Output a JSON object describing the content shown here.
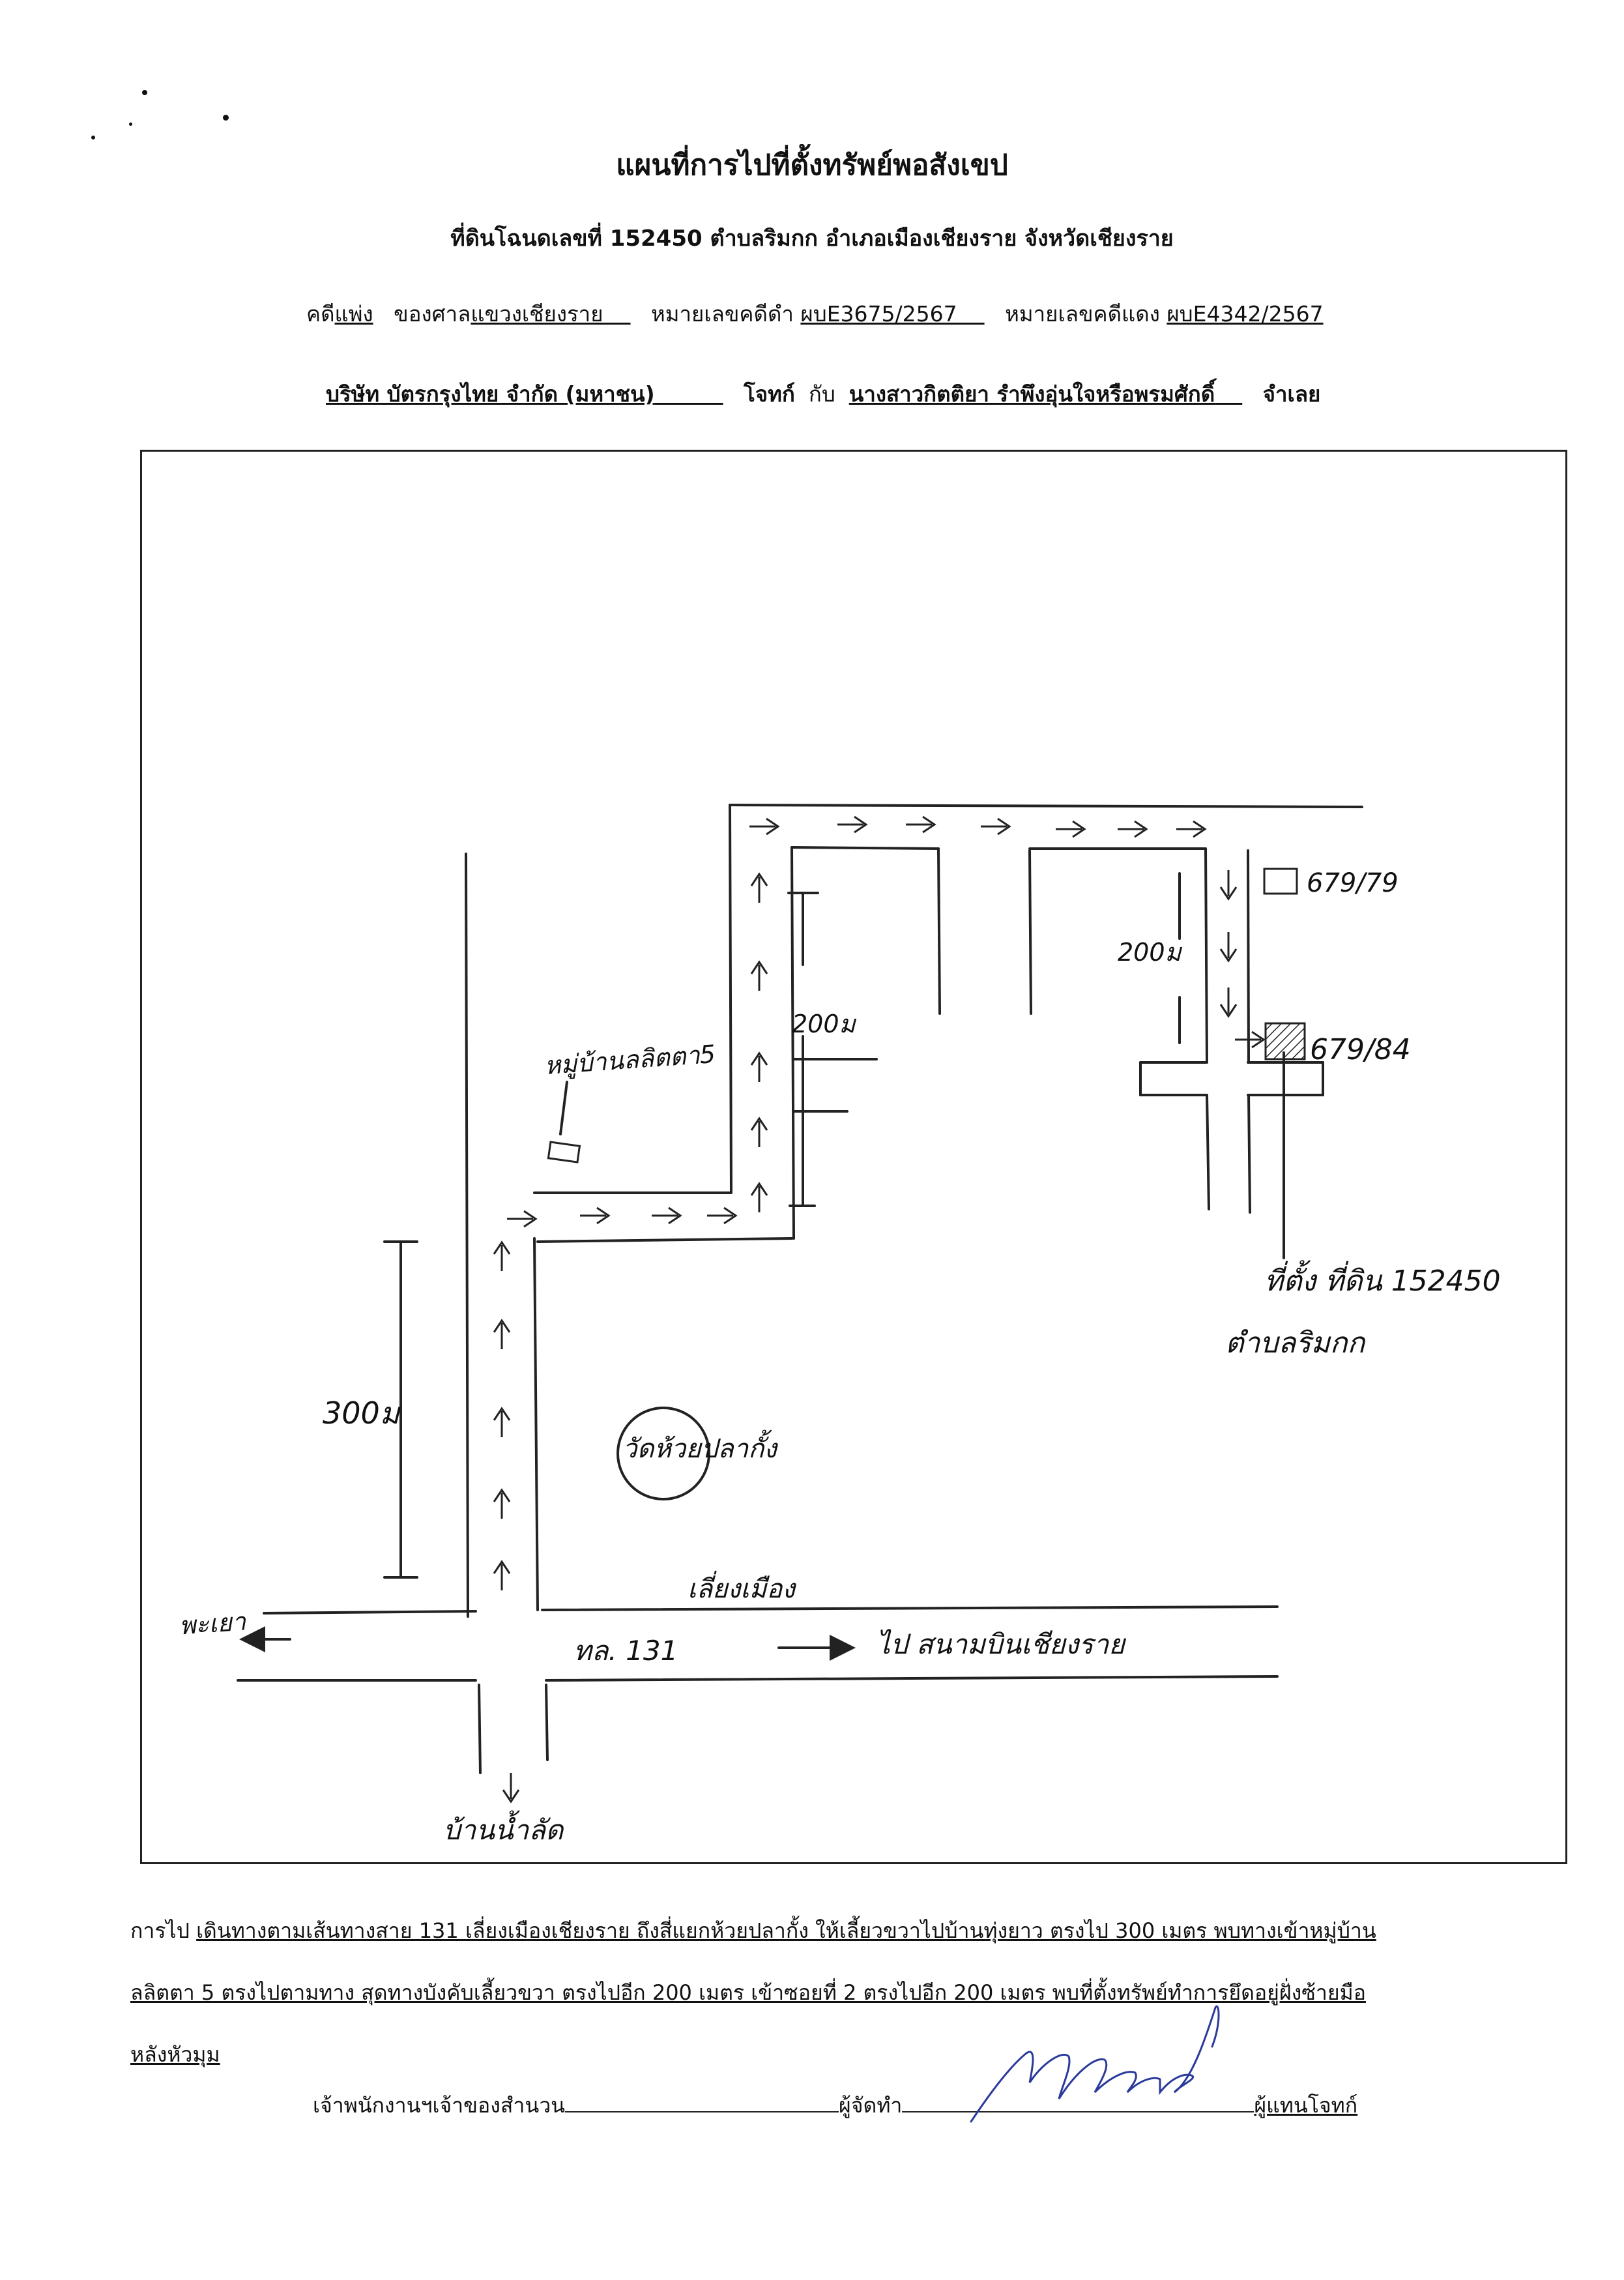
{
  "header": {
    "title": "แผนที่การไปที่ตั้งทรัพย์พอสังเขป",
    "subtitle": "ที่ดินโฉนดเลขที่ 152450  ตำบลริมกก  อำเภอเมืองเชียงราย  จังหวัดเชียงราย",
    "case_type_label": "คดี",
    "case_type": "แพ่ง",
    "court_label": "ของศาล",
    "court": "แขวงเชียงราย",
    "black_no_label": "หมายเลขคดีดำ",
    "black_no": "ผบE3675/2567",
    "red_no_label": "หมายเลขคดีแดง",
    "red_no": "ผบE4342/2567",
    "plaintiff": "บริษัท บัตรกรุงไทย จำกัด (มหาชน)",
    "plaintiff_label": "โจทก์",
    "versus": "กับ",
    "defendant": "นางสาวกิตติยา รำพึงอุ่นใจหรือพรมศักดิ์",
    "defendant_label": "จำเลย"
  },
  "map": {
    "label_village": "หมู่บ้านลลิตตา5",
    "label_dist_200_left": "200ม",
    "label_dist_200_right": "200ม",
    "label_dist_300": "300ม",
    "label_temple": "วัดห้วยปลากั้ง",
    "label_house_1": "679/79",
    "label_house_2": "679/84",
    "label_location_1": "ที่ตั้ง ที่ดิน 152450",
    "label_location_2": "ตำบลริมกก",
    "label_to_phayao": "พะเยา",
    "label_highway": "ทล. 131",
    "label_bypass": "เลี่ยงเมือง",
    "label_to_airport": "ไป สนามบินเชียงราย",
    "label_ban_nam_lat": "บ้านน้ำลัด"
  },
  "directions": {
    "label": "การไป",
    "line1": "เดินทางตามเส้นทางสาย 131 เลี่ยงเมืองเชียงราย ถึงสี่แยกห้วยปลากั้ง ให้เลี้ยวขวาไปบ้านทุ่งยาว ตรงไป 300 เมตร พบทางเข้าหมู่บ้าน",
    "line2": "ลลิตตา 5  ตรงไปตามทาง สุดทางบังคับเลี้ยวขวา ตรงไปอีก 200 เมตร เข้าซอยที่ 2 ตรงไปอีก 200 เมตร พบที่ตั้งทรัพย์ทำการยึดอยู่ฝั่งซ้ายมือ",
    "line3": "หลังหัวมุม"
  },
  "signatures": {
    "officer": "เจ้าพนักงานฯเจ้าของสำนวน",
    "prepared_by": "ผู้จัดทำ",
    "representative": "ผู้แทนโจทก์"
  }
}
